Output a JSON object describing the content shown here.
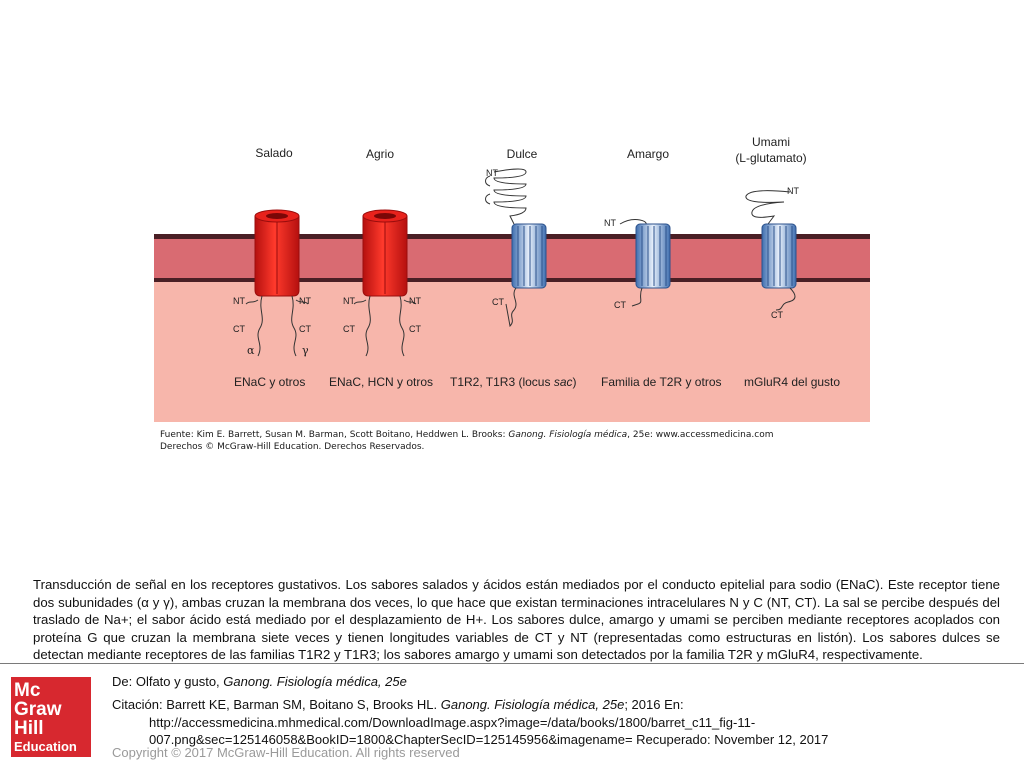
{
  "figure": {
    "columns": [
      {
        "title": "Salado",
        "title2": "",
        "bottom": "ENaC y otros",
        "nt_left": "NT",
        "nt_right": "NT",
        "ct_left": "CT",
        "ct_right": "CT",
        "sub_left": "α",
        "sub_right": "γ"
      },
      {
        "title": "Agrio",
        "title2": "",
        "bottom": "ENaC, HCN y otros",
        "nt_left": "NT",
        "nt_right": "NT",
        "ct_left": "CT",
        "ct_right": "CT"
      },
      {
        "title": "Dulce",
        "title2": "",
        "bottom_pre": "T1R2, T1R3 (locus ",
        "bottom_it": "sac",
        "bottom_post": ")",
        "nt": "NT",
        "ct": "CT"
      },
      {
        "title": "Amargo",
        "title2": "",
        "bottom": "Familia de T2R y otros",
        "nt": "NT",
        "ct": "CT"
      },
      {
        "title": "Umami",
        "title2": "(L-glutamato)",
        "bottom": "mGluR4 del gusto",
        "nt": "NT",
        "ct": "CT"
      }
    ],
    "source_pre": "Fuente: Kim E. Barrett, Susan M. Barman, Scott Boitano, Heddwen L. Brooks: ",
    "source_it": "Ganong. Fisiología médica",
    "source_post": ", 25e: www.accessmedicina.com",
    "rights": "Derechos © McGraw-Hill Education. Derechos Reservados.",
    "colors": {
      "membrane": "#d96b72",
      "cytoplasm": "#f7b6ab",
      "channel": "#e0201f",
      "gpcr": "#7fa8d9"
    }
  },
  "caption": "Transducción de señal en los receptores gustativos. Los sabores salados y ácidos están mediados por el conducto epitelial para sodio (ENaC). Este receptor tiene dos subunidades (α y γ), ambas cruzan la membrana dos veces, lo que hace que existan terminaciones intracelulares N y C (NT, CT). La sal se percibe después del traslado de Na+; el sabor ácido está mediado por el desplazamiento de H+. Los sabores dulce, amargo y umami se perciben mediante receptores acoplados con proteína G que cruzan la membrana siete veces y tienen longitudes variables de CT y NT (representadas como estructuras en listón). Los sabores dulces se detectan mediante receptores de las familias T1R2 y T1R3; los sabores amargo y umami son detectados por la familia T2R y mGluR4, respectivamente.",
  "footer": {
    "from_pre": "De: Olfato y gusto, ",
    "from_it": "Ganong. Fisiología médica, 25e",
    "cite_pre": "Citación: Barrett KE, Barman SM, Boitano S, Brooks HL. ",
    "cite_it": "Ganong. Fisiología médica, 25e",
    "cite_post": "; 2016 En:",
    "url1": "http://accessmedicina.mhmedical.com/DownloadImage.aspx?image=/data/books/1800/barret_c11_fig-11-",
    "url2": "007.png&sec=125146058&BookID=1800&ChapterSecID=125145956&imagename= Recuperado: November 12, 2017",
    "copyright": "Copyright © 2017 McGraw-Hill Education. All rights reserved",
    "logo": [
      "Mc",
      "Graw",
      "Hill",
      "Education"
    ]
  }
}
